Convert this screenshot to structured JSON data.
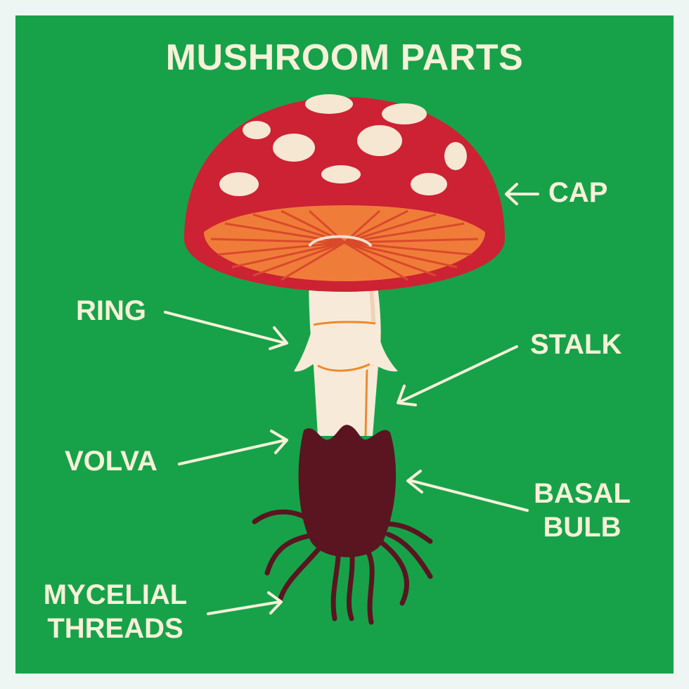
{
  "title": "MUSHROOM PARTS",
  "labels": {
    "cap": "CAP",
    "ring": "RING",
    "stalk": "STALK",
    "volva": "VOLVA",
    "basal_bulb": [
      "BASAL",
      "BULB"
    ],
    "mycelial_threads": [
      "MYCELIAL",
      "THREADS"
    ]
  },
  "colors": {
    "background": "#17a24a",
    "frame": "#eef6f4",
    "text": "#f7f1d8",
    "cap": "#cc2233",
    "gills": "#f07c3a",
    "stalk": "#f8ead8",
    "volva": "#5a1520",
    "threads": "#5a1520"
  }
}
